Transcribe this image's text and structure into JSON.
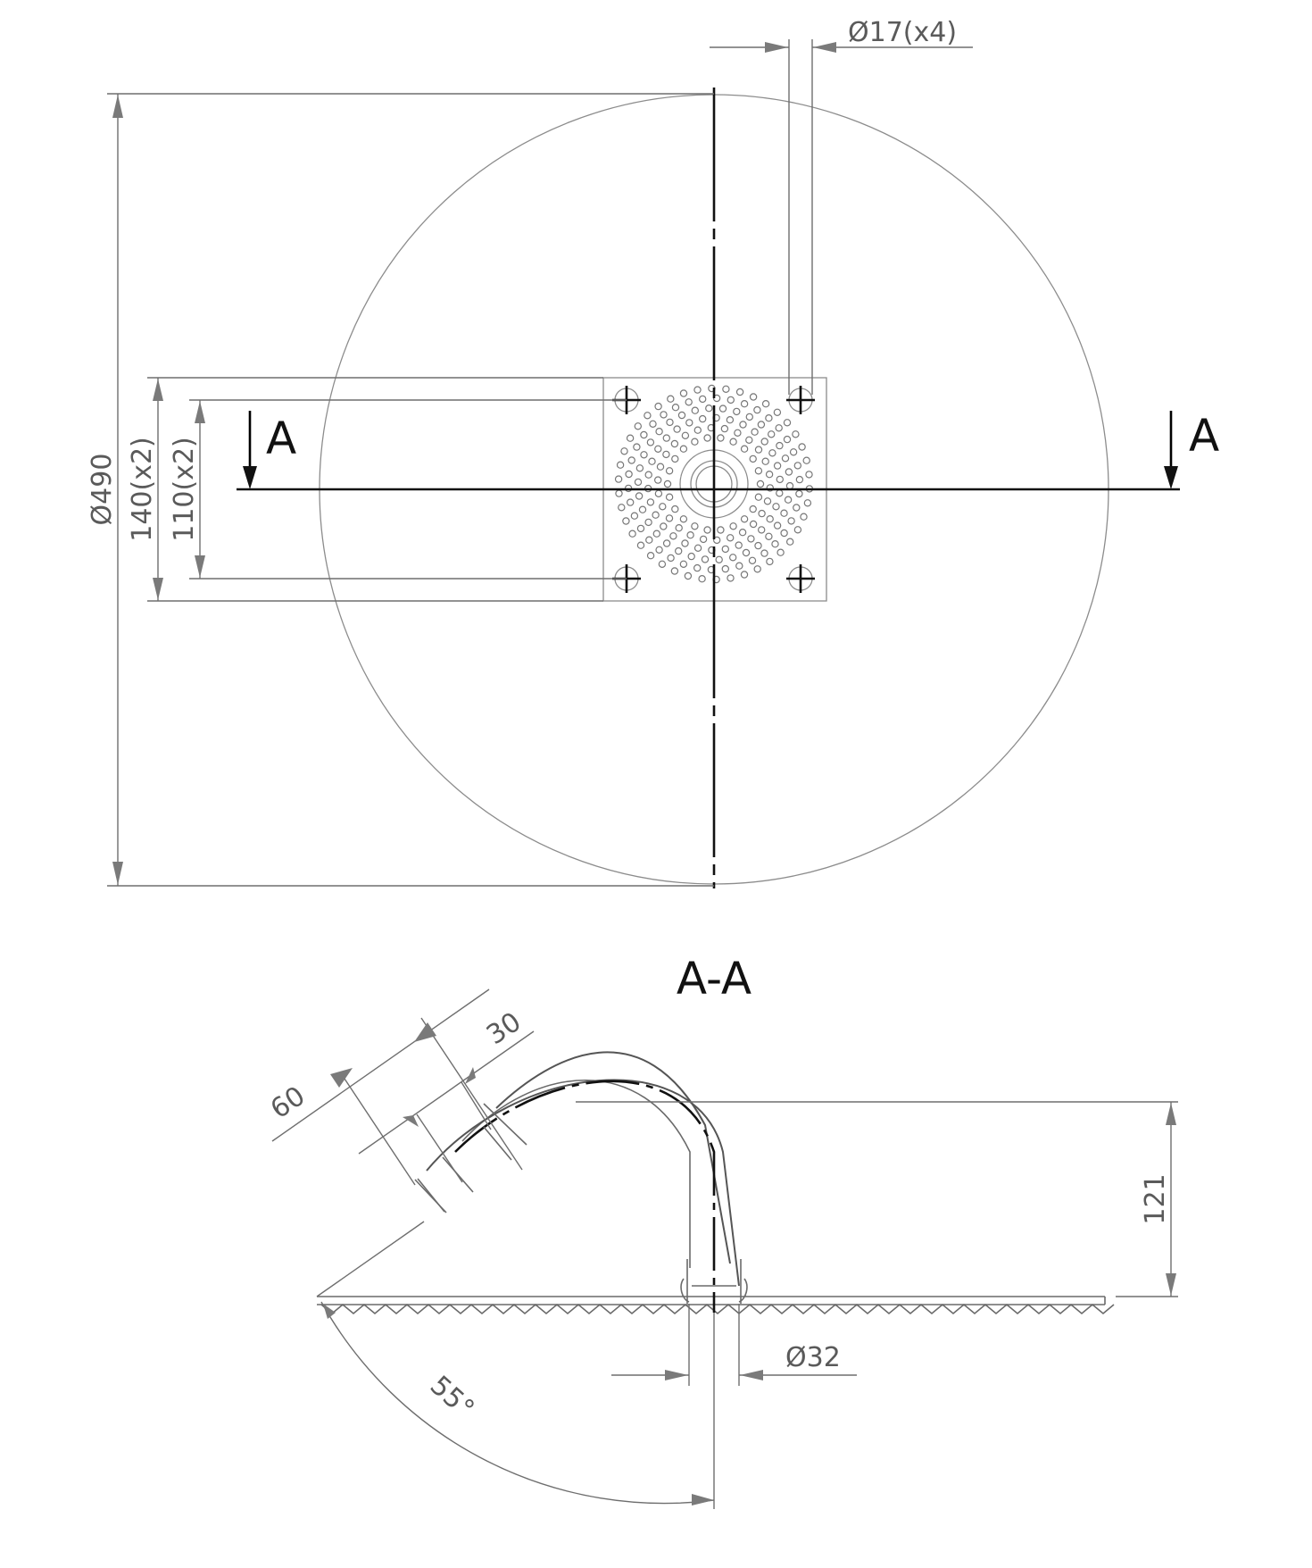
{
  "plan_view": {
    "outer_diameter": "Ø490",
    "hole_diameter": "Ø17(x4)",
    "plate_size": "140(x2)",
    "hole_spacing": "110(x2)",
    "section_marker_left": "A",
    "section_marker_right": "A"
  },
  "section_view": {
    "title": "A-A",
    "dim_60": "60",
    "dim_30": "30",
    "dim_121": "121",
    "pipe_diameter": "Ø32",
    "angle": "55°"
  },
  "colors": {
    "line": "#6a6a6a",
    "centerline": "#111111",
    "text": "#5a5a5a"
  }
}
